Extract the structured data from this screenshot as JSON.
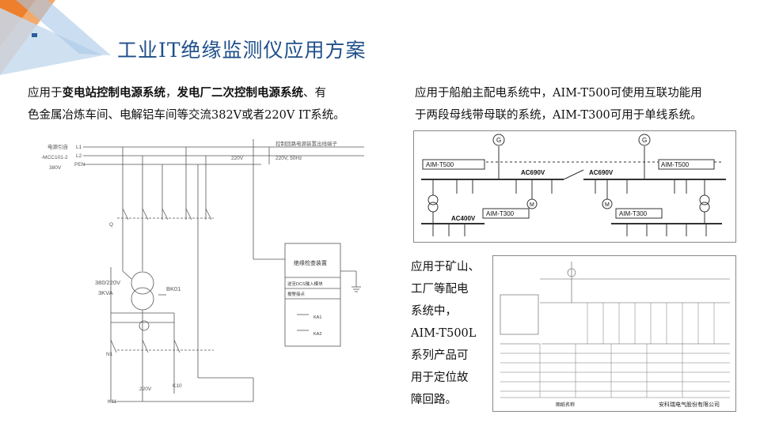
{
  "title": "工业IT绝缘监测仪应用方案",
  "left_para": {
    "lead": "应用于",
    "bold1": "变电站控制电源系统",
    "sep": "，",
    "bold2": "发电厂二次控制电源系统",
    "rest_line1": "、有",
    "line2": "色金属冶炼车间、电解铝车间等交流382V或者220V IT系统。"
  },
  "right_para": {
    "line1": "应用于船舶主配电系统中，AIM-T500可使用互联功能用",
    "line2": "于两段母线带母联的系统，AIM-T300可用于单线系统。"
  },
  "mine_para": {
    "lines": [
      "应用于矿山、",
      "工厂等配电",
      "系统中，",
      "AIM-T500L",
      "系列产品可",
      "用于定位故",
      "障回路。"
    ]
  },
  "diagram_left": {
    "labels": {
      "src1": "电源引自",
      "src2": "-MCC101-2",
      "src3": "380V",
      "l1": "L1",
      "l2": "L2",
      "pen": "PEN",
      "head": "控制回路电源装置出线端子",
      "v220": "220V",
      "v220b": "220V, 50Hz",
      "q": "Q",
      "xfmr1": "380/220V",
      "xfmr2": "3KVA",
      "bk": "BK01",
      "box_title": "绝缘检查装置",
      "box_row1": "送至DCS输入模块",
      "box_row2": "报警接点",
      "ka1": "KA1",
      "ka2": "KA2",
      "n1": "N1",
      "v220c": "220V",
      "k10": "K10",
      "k11": "K11"
    }
  },
  "diagram_ship": {
    "g1": "G",
    "g2": "G",
    "t500a": "AIM-T500",
    "t500b": "AIM-T500",
    "ac690a": "AC690V",
    "ac690b": "AC690V",
    "m1": "M",
    "m2": "M",
    "t300a": "AIM-T300",
    "t300b": "AIM-T300",
    "ac400": "AC400V"
  },
  "diagram_mine": {
    "footer_title": "图纸名称",
    "company": "安科瑞电气股份有限公司"
  },
  "colors": {
    "title": "#1e4f8a",
    "accent_orange": "#f08a3c",
    "accent_blue": "#9fc2e6"
  }
}
